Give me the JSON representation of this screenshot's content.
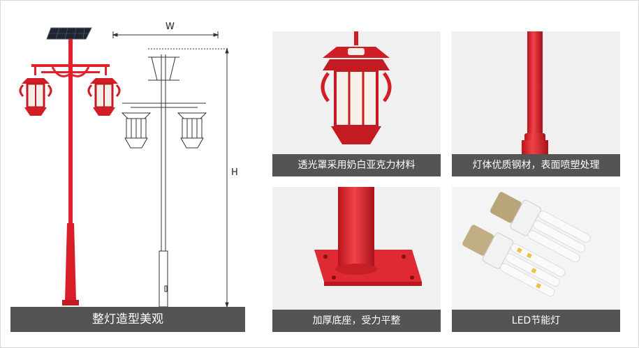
{
  "main_panel": {
    "caption": "整灯造型美观",
    "dim_width_label": "W",
    "dim_height_label": "H"
  },
  "detail_panels": [
    {
      "caption": "透光罩采用奶白亚克力材料"
    },
    {
      "caption": "灯体优质钢材，表面喷塑处理"
    },
    {
      "caption": "加厚底座，受力平整"
    },
    {
      "caption": "LED节能灯"
    }
  ],
  "colors": {
    "caption_bg": "#545454",
    "caption_text": "#ffffff",
    "pole_red": "#e3202b",
    "panel_bg": "#f0f0f0"
  }
}
